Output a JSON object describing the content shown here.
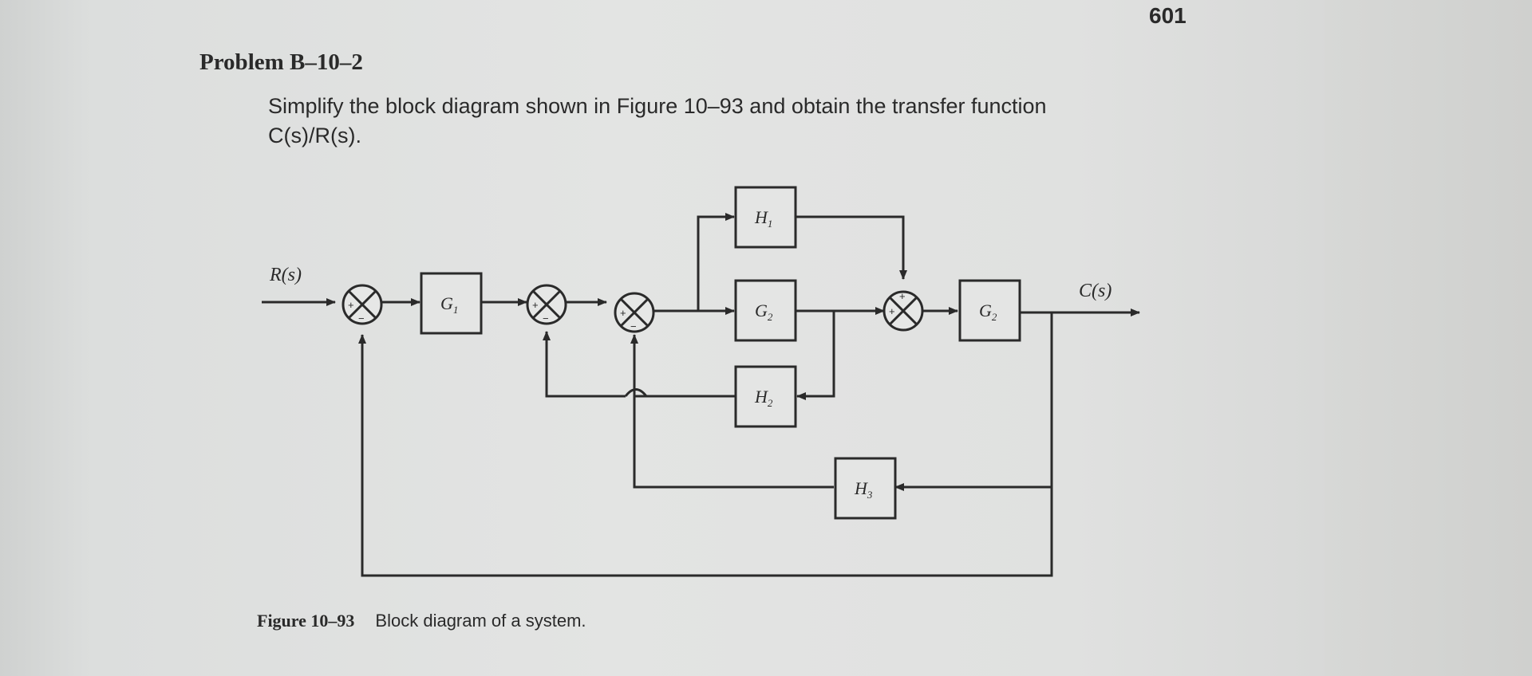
{
  "page": {
    "number": "601"
  },
  "problem": {
    "title": "Problem B–10–2",
    "statement_line1": "Simplify the block diagram shown in Figure 10–93 and obtain the transfer function",
    "statement_line2": "C(s)/R(s)."
  },
  "figure": {
    "input_label": "R(s)",
    "output_label": "C(s)",
    "blocks": {
      "g1": "G",
      "g1_sub": "1",
      "g2": "G",
      "g2_sub": "2",
      "g3": "G",
      "g3_sub": "2",
      "h1": "H",
      "h1_sub": "1",
      "h2": "H",
      "h2_sub": "2",
      "h3": "H",
      "h3_sub": "3"
    },
    "caption_number": "Figure 10–93",
    "caption_text": "Block diagram of a system."
  }
}
